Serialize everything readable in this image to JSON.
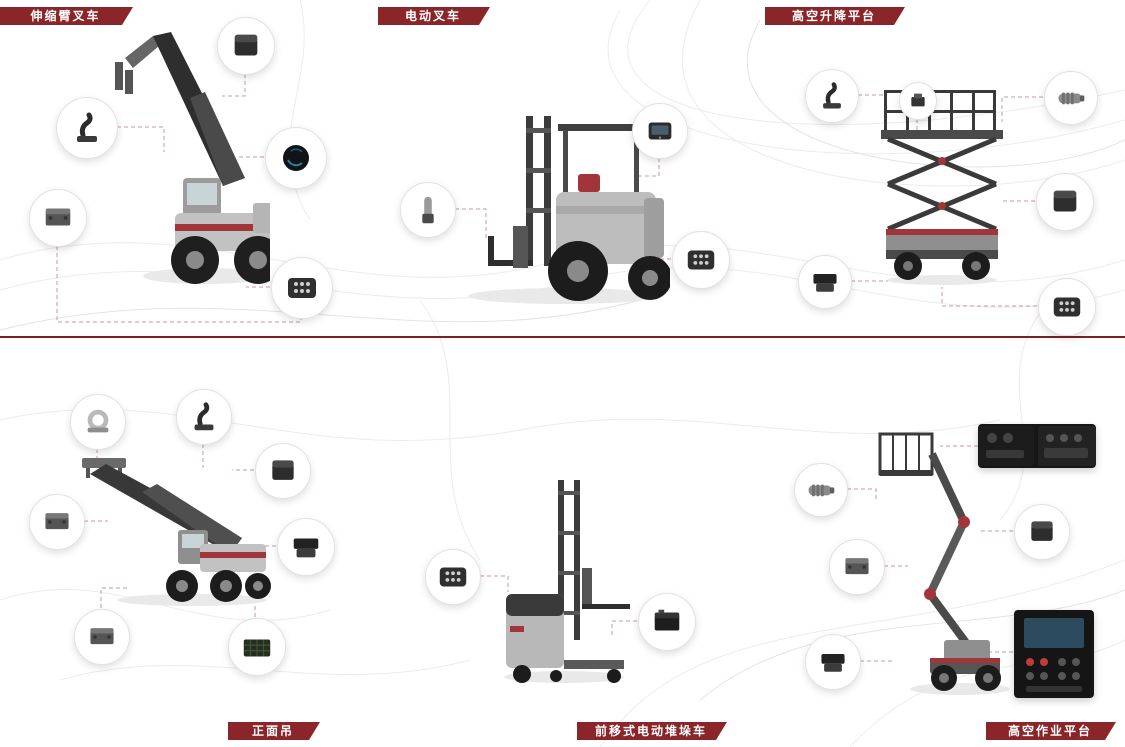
{
  "page": {
    "background": "#ffffff",
    "accent_red": "#8a2529",
    "divider_color": "#7d2024",
    "connector_color": "#c59a9b"
  },
  "sections": [
    {
      "label": "伸缩臂叉车",
      "position": "top-left",
      "vehicle": "telescopic-boom-forklift",
      "components": [
        "controller-module",
        "joystick",
        "round-display",
        "control-module",
        "keypad"
      ]
    },
    {
      "label": "电动叉车",
      "position": "top-center",
      "vehicle": "electric-forklift",
      "components": [
        "display-unit",
        "lever-handle",
        "keypad"
      ]
    },
    {
      "label": "高空升降平台",
      "position": "top-right",
      "vehicle": "scissor-lift",
      "components": [
        "joystick",
        "control-box",
        "electric-motor",
        "controller-module",
        "control-module",
        "keypad"
      ]
    },
    {
      "label": "正面吊",
      "position": "bottom-left",
      "vehicle": "reach-stacker",
      "components": [
        "ring-sensor",
        "joystick",
        "controller-module",
        "control-module",
        "drive-module",
        "control-module",
        "grid-keypad"
      ]
    },
    {
      "label": "前移式电动堆垛车",
      "position": "bottom-center",
      "vehicle": "reach-truck",
      "components": [
        "keypad",
        "battery-module"
      ]
    },
    {
      "label": "高空作业平台",
      "position": "bottom-right",
      "vehicle": "articulated-boom-lift",
      "components": [
        "electric-motor",
        "control-module",
        "controller-module",
        "drive-module",
        "control-panel",
        "control-station"
      ]
    }
  ]
}
